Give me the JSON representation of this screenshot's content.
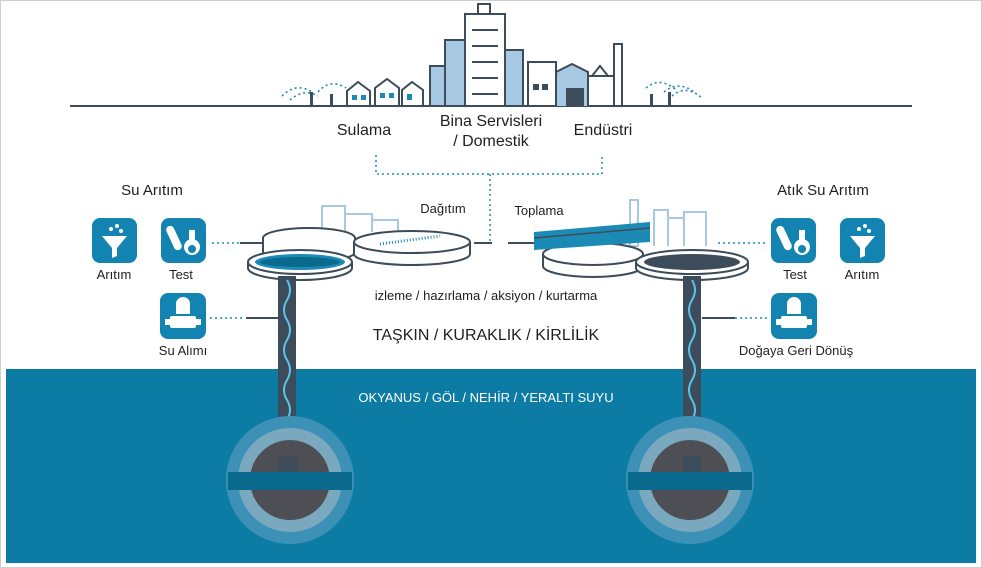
{
  "colors": {
    "water": "#0d7ca4",
    "water_dark": "#0a6a8e",
    "accent": "#1b8ab5",
    "outline": "#3d4c5a",
    "building_blue": "#a7c8e2",
    "icon_bg": "#1383b2"
  },
  "top": {
    "irrigation": "Sulama",
    "building_line1": "Bina Servisleri",
    "building_line2": "/ Domestik",
    "industry": "Endüstri"
  },
  "left": {
    "title": "Su Arıtım",
    "treatment": "Arıtım",
    "test": "Test",
    "intake": "Su Alımı",
    "icons": [
      "funnel-icon",
      "test-tube-icon",
      "pump-icon"
    ]
  },
  "right": {
    "title": "Atık Su Arıtım",
    "test": "Test",
    "treatment": "Arıtım",
    "return": "Doğaya Geri Dönüş",
    "icons": [
      "test-tube-icon",
      "funnel-icon",
      "pump-icon"
    ]
  },
  "center": {
    "distribution": "Dağıtım",
    "collection": "Toplama",
    "activities": "izleme / hazırlama / aksiyon / kurtarma",
    "risks": "TAŞKIN / KURAKLIK / KİRLİLİK"
  },
  "water": {
    "label": "OKYANUS / GÖL / NEHİR / YERALTI SUYU"
  }
}
